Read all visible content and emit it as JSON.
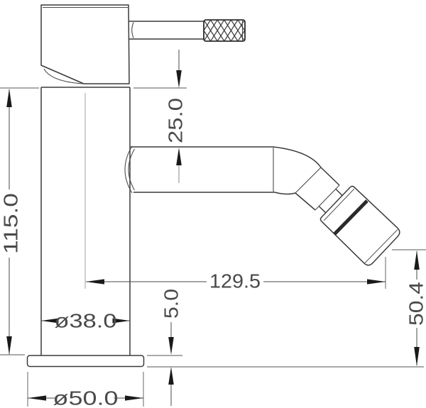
{
  "drawing": {
    "background_color": "#ffffff",
    "outline_color": "#3a3a3a",
    "dimension_color": "#4a4a4a",
    "arrow_color": "#1a1a1a",
    "aerator_band_color": "#2a2a2a"
  },
  "dimensions": {
    "total_height": {
      "label": "115.0",
      "orientation": "vertical"
    },
    "body_top_to_spout": {
      "label": "25.0",
      "orientation": "vertical"
    },
    "spout_reach": {
      "label": "129.5",
      "orientation": "horizontal"
    },
    "body_diameter": {
      "label": "ø38.0",
      "orientation": "horizontal"
    },
    "base_thickness": {
      "label": "5.0",
      "orientation": "vertical"
    },
    "outlet_height": {
      "label": "50.4",
      "orientation": "vertical"
    },
    "base_diameter": {
      "label": "ø50.0",
      "orientation": "horizontal"
    }
  }
}
